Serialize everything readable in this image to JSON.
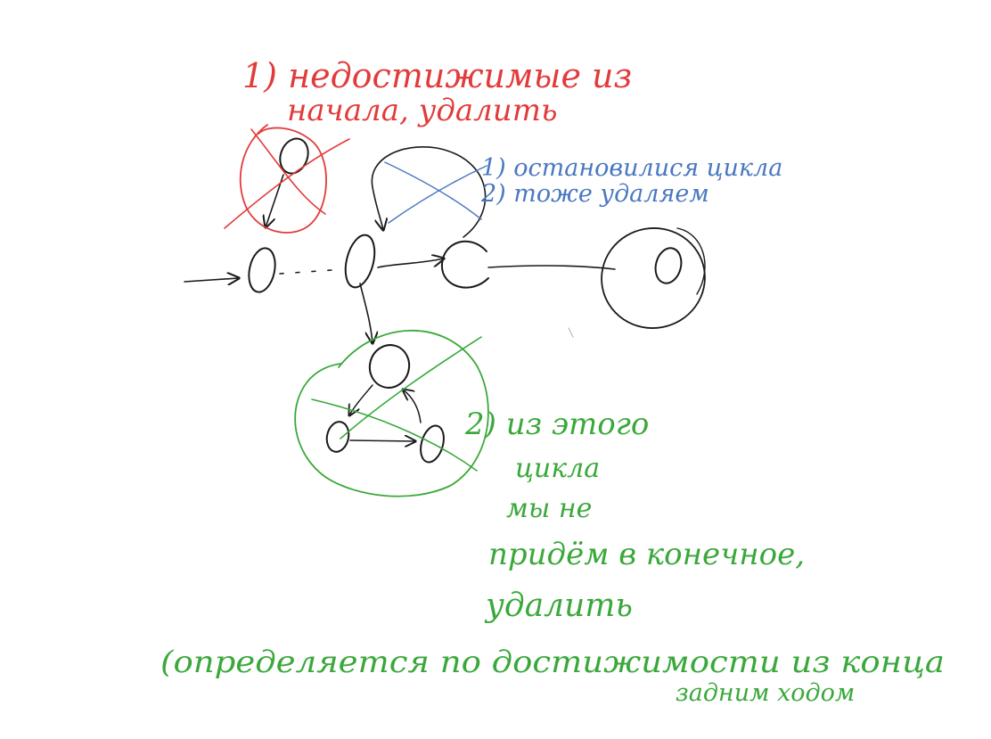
{
  "colors": {
    "black": "#1a1a1a",
    "red": "#e23b3b",
    "blue": "#4a78c0",
    "green": "#3aa83a"
  },
  "notes": {
    "red": [
      "1) недостижимые из",
      "начала, удалить"
    ],
    "blue": [
      "1) остановилися цикла",
      "2) тоже удаляем"
    ],
    "green": [
      "2) из этого",
      "цикла",
      "мы не",
      "придём в конечное,",
      "удалить"
    ],
    "bottom": [
      "(определяется по достижимости из конца",
      "задним ходом"
    ]
  }
}
